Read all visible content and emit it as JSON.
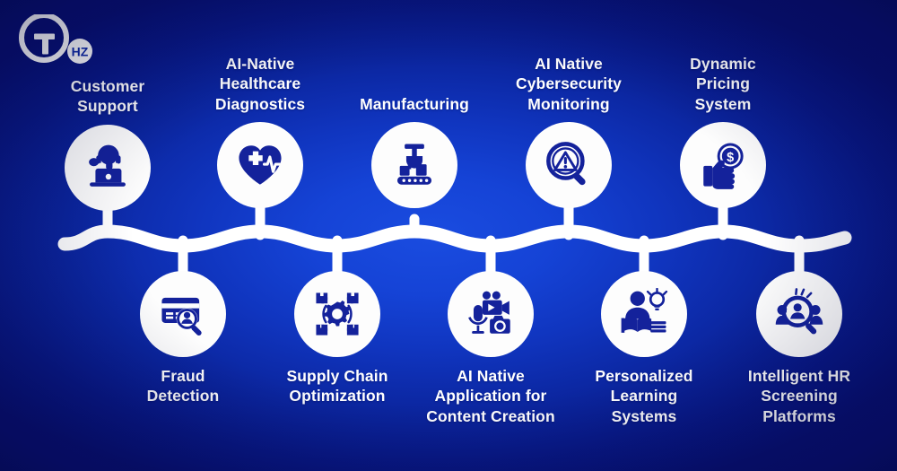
{
  "brand": {
    "logo_mark": "nine-hz-logo",
    "logo_digit": "9",
    "logo_badge_text": "HZ"
  },
  "theme": {
    "background_center": "#1a4ce0",
    "background_edge": "#070f74",
    "bubble_fill": "#fdfdfd",
    "icon_color": "#14229b",
    "label_color": "#ffffff",
    "wave_color": "#ffffff"
  },
  "connector": {
    "name": "wavy-connector-line",
    "shape": "sine-wave",
    "stroke_width": 15
  },
  "top_row": [
    {
      "id": "customer-support",
      "label": "Customer\nSupport",
      "icon": "headset-agent-laptop-icon"
    },
    {
      "id": "healthcare",
      "label": "AI-Native\nHealthcare\nDiagnostics",
      "icon": "heart-pulse-cross-icon"
    },
    {
      "id": "manufacturing",
      "label": "Manufacturing",
      "icon": "robot-arm-conveyor-icon"
    },
    {
      "id": "cybersecurity",
      "label": "AI Native\nCybersecurity\nMonitoring",
      "icon": "magnifier-warning-icon"
    },
    {
      "id": "dynamic-pricing",
      "label": "Dynamic\nPricing\nSystem",
      "icon": "hand-dollar-coin-icon"
    }
  ],
  "bottom_row": [
    {
      "id": "fraud-detection",
      "label": "Fraud\nDetection",
      "icon": "credit-card-magnifier-icon"
    },
    {
      "id": "supply-chain",
      "label": "Supply Chain\nOptimization",
      "icon": "gear-boxes-icon"
    },
    {
      "id": "content-creation",
      "label": "AI Native\nApplication for\nContent Creation",
      "icon": "video-mic-camera-icon"
    },
    {
      "id": "learning-systems",
      "label": "Personalized\nLearning\nSystems",
      "icon": "reader-book-bulb-icon"
    },
    {
      "id": "hr-screening",
      "label": "Intelligent HR\nScreening\nPlatforms",
      "icon": "person-magnifier-icon"
    }
  ]
}
